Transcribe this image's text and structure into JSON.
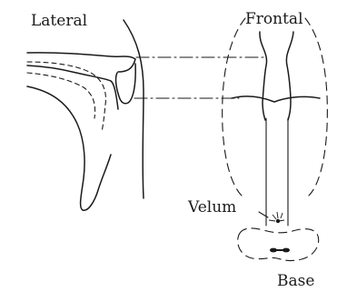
{
  "labels": {
    "lateral": "Lateral",
    "frontal": "Frontal",
    "velum": "Velum",
    "base": "Base"
  },
  "colors": {
    "ink": "#1a1a1a",
    "background": "#ffffff"
  }
}
